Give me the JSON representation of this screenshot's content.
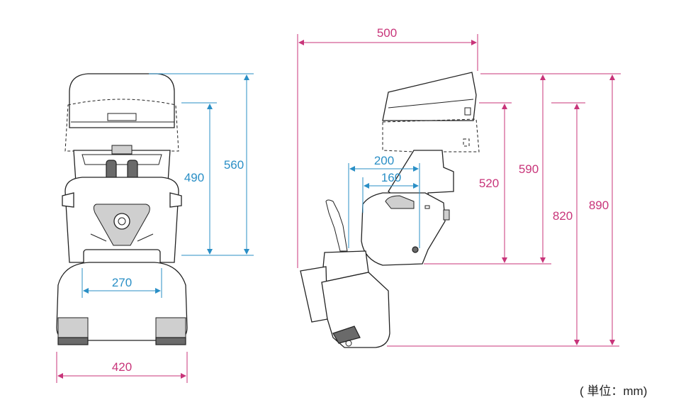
{
  "front_view": {
    "seat_width": "270",
    "overall_width": "420",
    "back_height": "490",
    "total_height": "560"
  },
  "side_view": {
    "overall_depth": "500",
    "seat_depth_outer": "200",
    "seat_depth_inner": "160",
    "seat_height": "520",
    "back_height": "590",
    "height_no_canopy": "820",
    "total_height": "890"
  },
  "unit_label": "( 単位：mm)",
  "colors": {
    "front_dim": "#2a8fc6",
    "side_dim": "#c8357a",
    "outline": "#222222"
  }
}
